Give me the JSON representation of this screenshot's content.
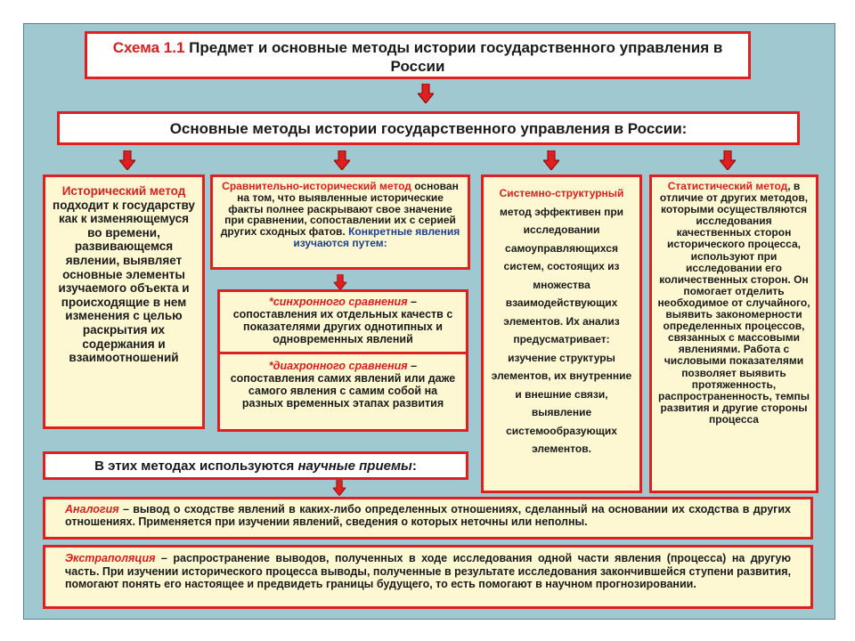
{
  "title": {
    "label": "Схема 1.1",
    "text": " Предмет и основные методы истории государственного управления в России"
  },
  "methods_header": "Основные методы   истории государственного управления в России:",
  "historical": {
    "lead": "Исторический метод",
    "text": " подходит к государству как к изменяющемуся во времени, развивающемся явлении, выявляет основные элементы изучаемого объекта и происходящие в нем изменения с целью раскрытия их содержания и взаимоотношений"
  },
  "comparative": {
    "lead": "Сравнительно-исторический метод",
    "text": " основан на том, что выявленные исторические факты полнее раскрывают свое значение при сравнении, сопоставлении их с серией других сходных фатов.",
    "tail": " Конкретные явления изучаются путем:"
  },
  "synchronous": {
    "lead": "*синхронного сравнения",
    "text": " – сопоставления их отдельных качеств с показателями других однотипных и одновременных явлений"
  },
  "diachronous": {
    "lead": "*диахронного сравнения",
    "text": " – сопоставления самих явлений или даже самого явления с самим собой на разных временных этапах развития"
  },
  "systemic": {
    "lead": "Системно-структурный",
    "text": " метод эффективен при исследовании самоуправляющихся систем, состоящих из множества взаимодействующих элементов. Их анализ предусматривает: изучение структуры элементов, их внутренние и внешние связи, выявление системообразующих элементов."
  },
  "statistical": {
    "lead": "Статистический метод",
    "text": ", в отличие от других методов, которыми осуществляются исследования качественных сторон исторического процесса, используют при исследовании его количественных сторон. Он помогает отделить необходимое от случайного, выявить закономерности определенных процессов, связанных с массовыми явлениями. Работа с числовыми показателями позволяет выявить протяженность, распространенность, темпы развития и другие стороны процесса"
  },
  "techniques": {
    "prefix": "В этих методах используются ",
    "emph": "научные приемы",
    "suffix": ":"
  },
  "analogy": {
    "lead": "Аналогия",
    "text": " – вывод о сходстве явлений в каких-либо определенных отношениях, сделанный на основании их сходства в других отношениях. Применяется при изучении явлений, сведения о которых неточны или неполны."
  },
  "extrapolation": {
    "lead": "Экстраполяция",
    "text": " – распространение выводов, полученных в ходе исследования одной части явления (процесса) на другую часть. При изучении исторического процесса выводы, полученные в результате исследования закончившейся ступени развития, помогают понять его настоящее и предвидеть границы будущего, то есть помогают в научном прогнозировании."
  },
  "colors": {
    "accent": "#e02020",
    "panel": "#9fc8d1",
    "box": "#fdf8d2",
    "emph_blue": "#1f3f8f"
  }
}
